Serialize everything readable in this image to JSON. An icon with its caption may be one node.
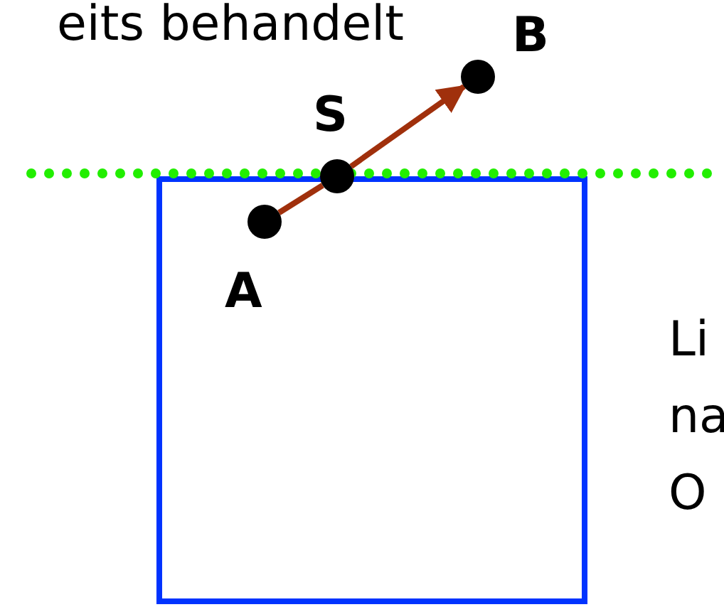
{
  "diagram": {
    "nodes": [
      {
        "text": [],
        "shape": "box"
      },
      {
        "text": [],
        "shape": "circle",
        "beside": [
          "A"
        ],
        "in": 0
      },
      {
        "text": [],
        "shape": "circle",
        "beside": [
          "S"
        ]
      },
      {
        "text": [],
        "shape": "circle",
        "beside": [
          "B"
        ]
      }
    ],
    "edges": [
      {
        "from": 1,
        "to": 2,
        "arrow": "none"
      },
      {
        "from": 2,
        "to": 3,
        "arrow": "to"
      }
    ],
    "labels": [
      "eits behandelt",
      "Li",
      "na",
      "O"
    ]
  }
}
